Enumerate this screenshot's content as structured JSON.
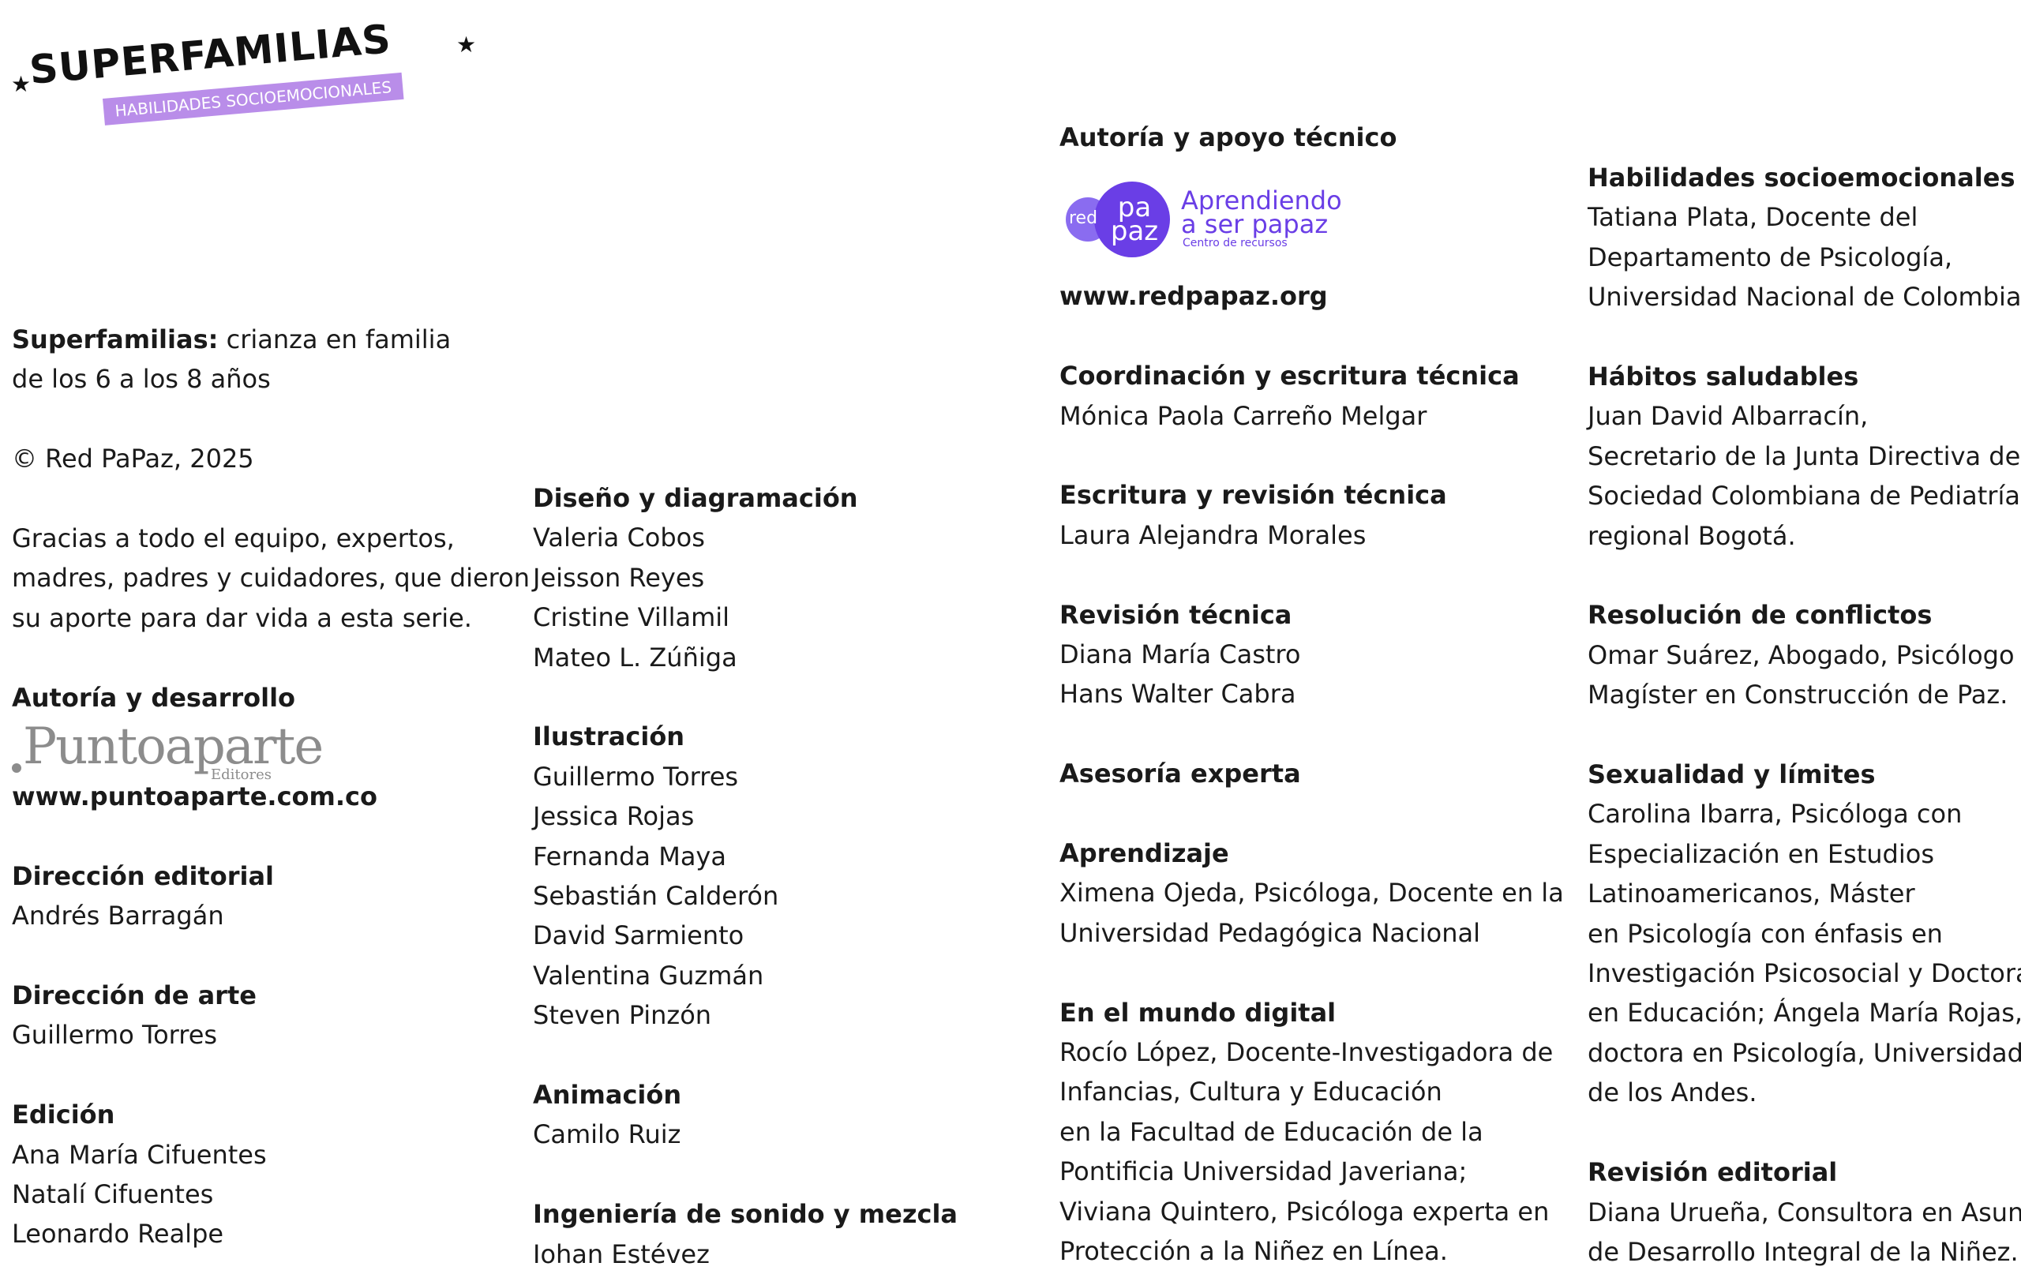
{
  "logo_superfamilias": {
    "title": "SUPERFAMILIAS",
    "subtitle": "HABILIDADES SOCIOEMOCIONALES",
    "star": "★",
    "band_color": "#b98de9"
  },
  "logo_redpapaz": {
    "red": "red",
    "papaz": "pa paz",
    "line1": "Aprendiendo",
    "line2": "a ser papaz",
    "line3": "Centro de recursos",
    "color": "#6a3ee6"
  },
  "logo_puntoaparte": {
    "name": "Puntoaparte",
    "sub": "Editores",
    "color": "#8c8c8c"
  },
  "col1": {
    "book_title_bold": "Superfamilias:",
    "book_title_rest": " crianza en familia",
    "book_title_line2": "de los 6 a los 8 años",
    "copyright": "© Red PaPaz, 2025",
    "thanks": [
      "Gracias a todo el equipo, expertos,",
      "madres, padres y cuidadores, que dieron",
      "su aporte para dar vida a esta serie."
    ],
    "authorship_head": "Autoría y desarrollo",
    "authorship_url": "www.puntoaparte.com.co",
    "ed_direction_head": "Dirección editorial",
    "ed_direction": "Andrés Barragán",
    "art_direction_head": "Dirección de arte",
    "art_direction": "Guillermo Torres",
    "edition_head": "Edición",
    "edition": [
      "Ana María Cifuentes",
      "Natalí Cifuentes",
      "Leonardo Realpe"
    ]
  },
  "col2": {
    "design_head": "Diseño y diagramación",
    "design": [
      "Valeria Cobos",
      "Jeisson Reyes",
      "Cristine Villamil",
      "Mateo L. Zúñiga"
    ],
    "illustration_head": "Ilustración",
    "illustration": [
      "Guillermo Torres",
      "Jessica Rojas",
      "Fernanda Maya",
      "Sebastián Calderón",
      "David Sarmiento",
      "Valentina Guzmán",
      "Steven Pinzón"
    ],
    "animation_head": "Animación",
    "animation": "Camilo Ruiz",
    "sound_head": "Ingeniería de sonido y mezcla",
    "sound": "Iohan Estévez"
  },
  "col3": {
    "support_head": "Autoría y apoyo técnico",
    "support_url": "www.redpapaz.org",
    "coord_head": "Coordinación y escritura técnica",
    "coord": "Mónica Paola Carreño Melgar",
    "writing_head": "Escritura y revisión técnica",
    "writing": "Laura Alejandra Morales",
    "review_head": "Revisión técnica",
    "review": [
      "Diana María Castro",
      "Hans Walter Cabra"
    ],
    "advice_head": "Asesoría experta",
    "learning_head": "Aprendizaje",
    "learning": [
      "Ximena Ojeda, Psicóloga, Docente en la",
      "Universidad Pedagógica Nacional"
    ],
    "digital_head": "En el mundo digital",
    "digital": [
      "Rocío López, Docente-Investigadora de",
      "Infancias, Cultura y Educación",
      "en la Facultad de Educación de la",
      "Pontificia Universidad Javeriana;",
      "Viviana Quintero, Psicóloga experta en",
      "Protección a la Niñez en Línea."
    ]
  },
  "col4": {
    "socio_head": "Habilidades socioemocionales",
    "socio": [
      "Tatiana Plata, Docente del",
      "Departamento de Psicología,",
      "Universidad Nacional de Colombia."
    ],
    "habits_head": "Hábitos saludables",
    "habits": [
      "Juan David Albarracín,",
      "Secretario de la Junta Directiva de la",
      "Sociedad Colombiana de Pediatría,",
      "regional Bogotá."
    ],
    "conflict_head": "Resolución de conflictos",
    "conflict": [
      "Omar Suárez, Abogado, Psicólogo y",
      "Magíster en Construcción de Paz."
    ],
    "sex_head": "Sexualidad y límites",
    "sex": [
      "Carolina Ibarra, Psicóloga con",
      "Especialización en Estudios",
      "Latinoamericanos, Máster",
      "en Psicología con énfasis en",
      "Investigación Psicosocial y Doctora",
      "en Educación; Ángela María Rojas,",
      "doctora en Psicología, Universidad",
      "de los Andes."
    ],
    "ed_review_head": "Revisión editorial",
    "ed_review": [
      "Diana Urueña, Consultora en Asuntos",
      "de Desarrollo Integral de la Niñez."
    ]
  }
}
